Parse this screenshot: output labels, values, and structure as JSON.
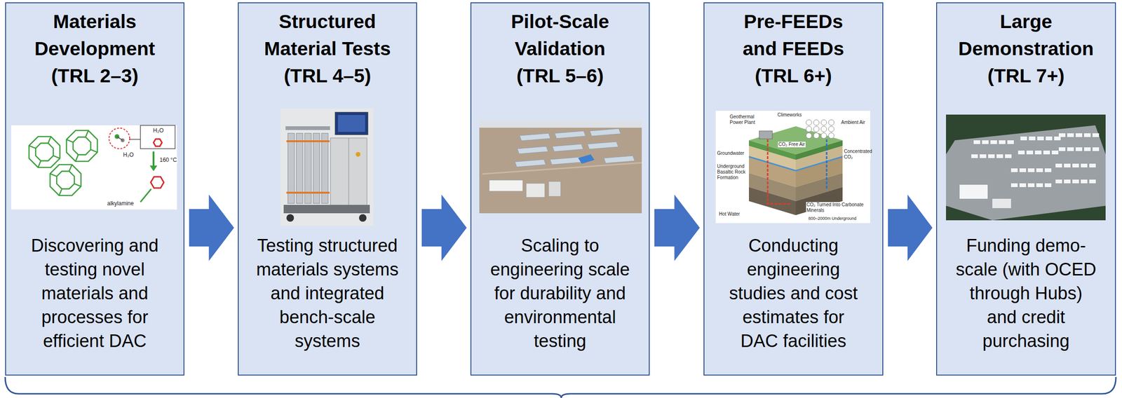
{
  "diagram": {
    "nodes": [
      {
        "text": [
          "Materials Development (TRL 2–3)",
          "Discovering and testing novel materials and processes for efficient DAC"
        ]
      },
      {
        "text": [
          "Structured Material Tests (TRL 4–5)",
          "Testing structured materials systems and integrated bench-scale systems"
        ]
      },
      {
        "text": [
          "Pilot-Scale Validation (TRL 5–6)",
          "Scaling to engineering scale for durability and environmental testing"
        ]
      },
      {
        "text": [
          "Pre-FEEDs and FEEDs (TRL 6+)",
          "Conducting engineering studies and cost estimates for DAC facilities"
        ]
      },
      {
        "text": [
          "Large Demonstration (TRL 7+)",
          "Funding demo-scale (with OCED through Hubs) and credit purchasing"
        ]
      }
    ],
    "edges": [
      {
        "from": 0,
        "to": 1,
        "arrow": "to"
      },
      {
        "from": 1,
        "to": 2,
        "arrow": "to"
      },
      {
        "from": 2,
        "to": 3,
        "arrow": "to"
      },
      {
        "from": 3,
        "to": 4,
        "arrow": "to"
      }
    ],
    "labels": [
      "H₂O",
      "H₂O",
      "160 °C",
      "alkylamine",
      "Geothermal Power Plant",
      "Climeworks",
      "Ambient Air",
      "CO₂ Free Air",
      "Groundwater",
      "Concentrated CO₂",
      "Underground Basaltic Rock Formation",
      "Hot Water",
      "CO₂ Turned Into Carbonate Minerals",
      "800–2000m Underground"
    ]
  }
}
